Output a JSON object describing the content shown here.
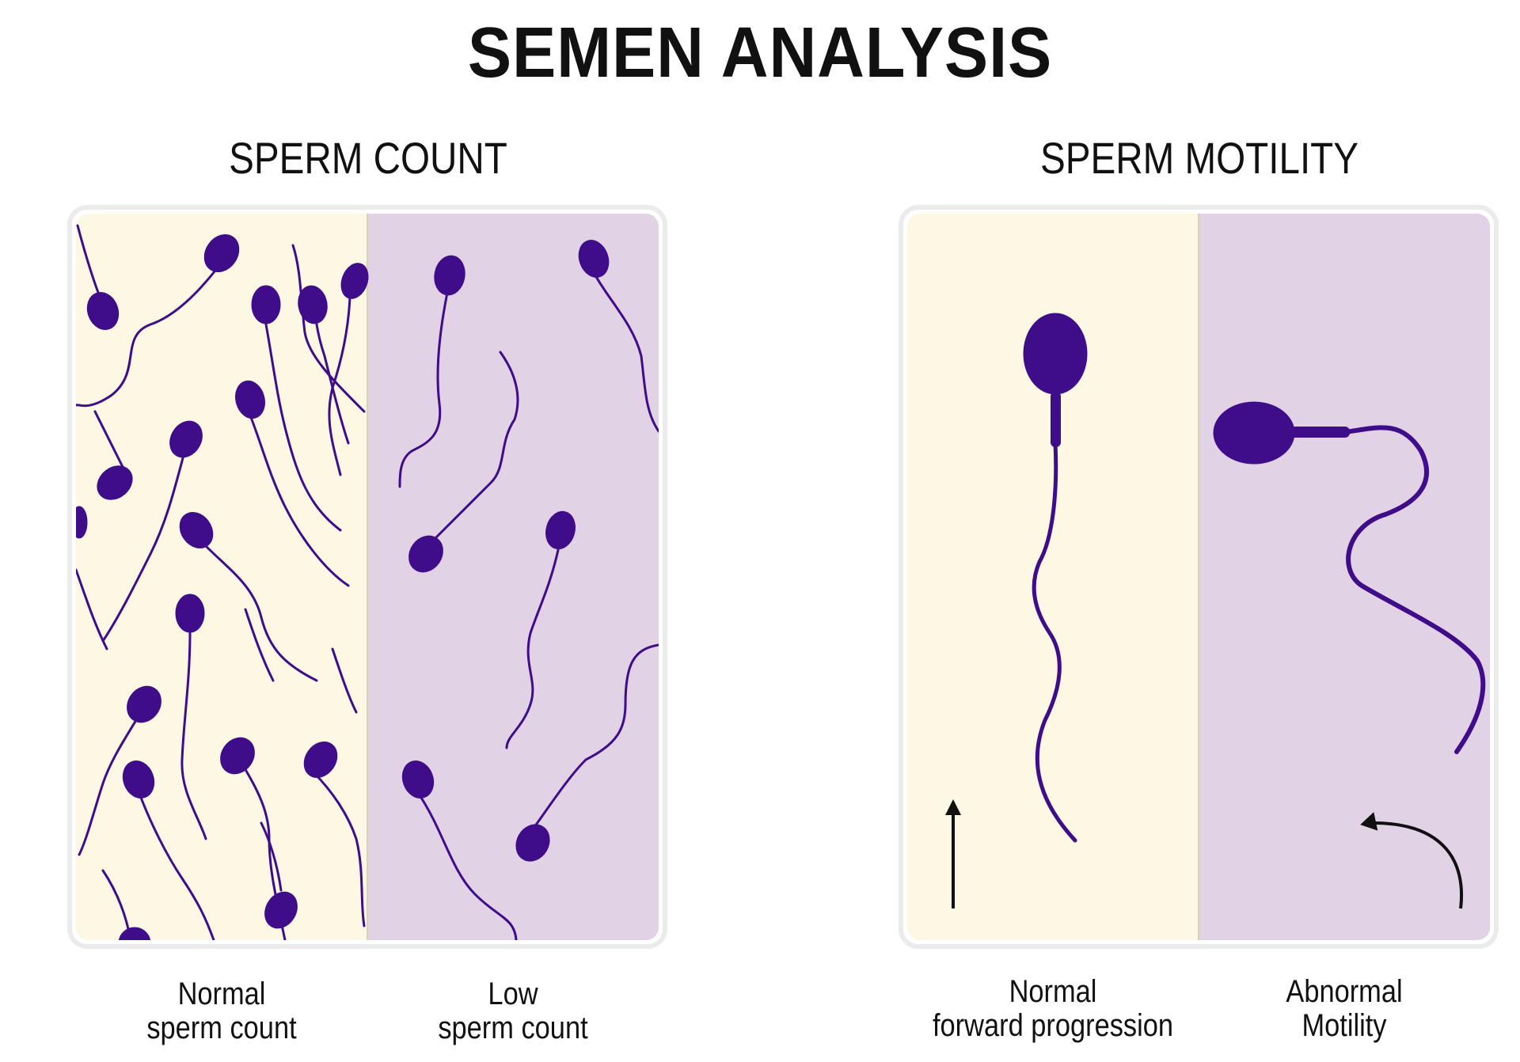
{
  "title": "SEMEN ANALYSIS",
  "sections": {
    "count": {
      "title": "SPERM COUNT",
      "left_label": [
        "Normal",
        "sperm count"
      ],
      "right_label": [
        "Low",
        "sperm count"
      ]
    },
    "motility": {
      "title": "SPERM MOTILITY",
      "left_label": [
        "Normal",
        "forward progression"
      ],
      "right_label": [
        "Abnormal",
        "Motility"
      ]
    }
  },
  "colors": {
    "normal_bg": "#fcf8e3",
    "low_bg": "#e2d2e6",
    "sperm": "#3f0c8a",
    "frame": "#ededed"
  }
}
